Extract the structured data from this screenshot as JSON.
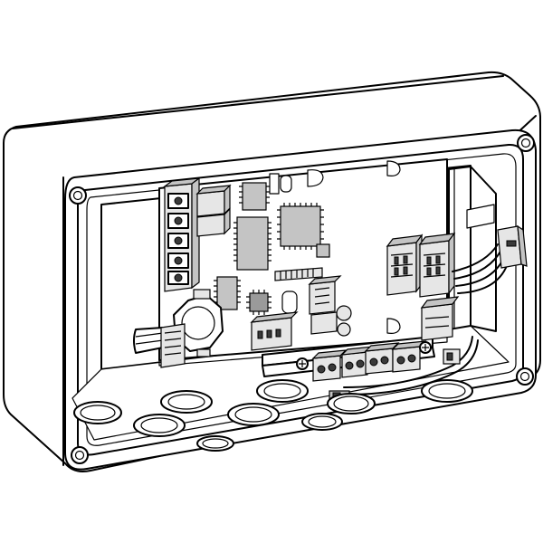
{
  "figure": {
    "subject": "",
    "colors": {
      "outline": "#000000",
      "housing": "#ffffff",
      "board": "#ffffff",
      "chip": "#c4c4c4",
      "connector": "#e6e6e6",
      "screw": "#3a3a3a"
    },
    "counts": {
      "cable_glands_bottom": 5,
      "cable_glands_front": 4,
      "lid_mounting_holes": 4
    }
  }
}
